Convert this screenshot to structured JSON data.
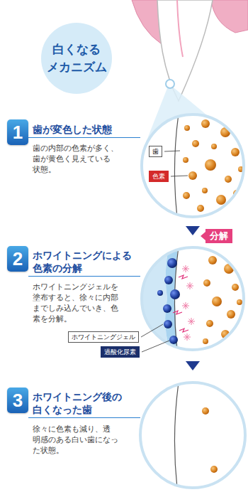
{
  "diagram": {
    "nodes": [
      {
        "text": [
          "白くなる メカニズム"
        ]
      },
      {
        "text": [
          "1"
        ]
      },
      {
        "text": [
          "歯"
        ]
      },
      {
        "text": [
          "色素"
        ]
      },
      {
        "text": [
          "2"
        ]
      },
      {
        "text": [
          "分解"
        ]
      },
      {
        "text": [
          "ホワイトニングジェル"
        ]
      },
      {
        "text": [
          "過酸化尿素"
        ]
      },
      {
        "text": [
          "3"
        ]
      }
    ],
    "labels": [
      "歯が変色した状態",
      "歯の内部の色素が多く、 歯が黄色く見えている 状態。",
      "ホワイトニングによる 色素の分解",
      "ホワイトニングジェルを 塗布すると、徐々に内部 までしみ込んでいき、色 素を分解。",
      "ホワイトニング後の 白くなった歯",
      "徐々に色素も減り、透 明感のある白い歯になっ た状態。"
    ]
  }
}
